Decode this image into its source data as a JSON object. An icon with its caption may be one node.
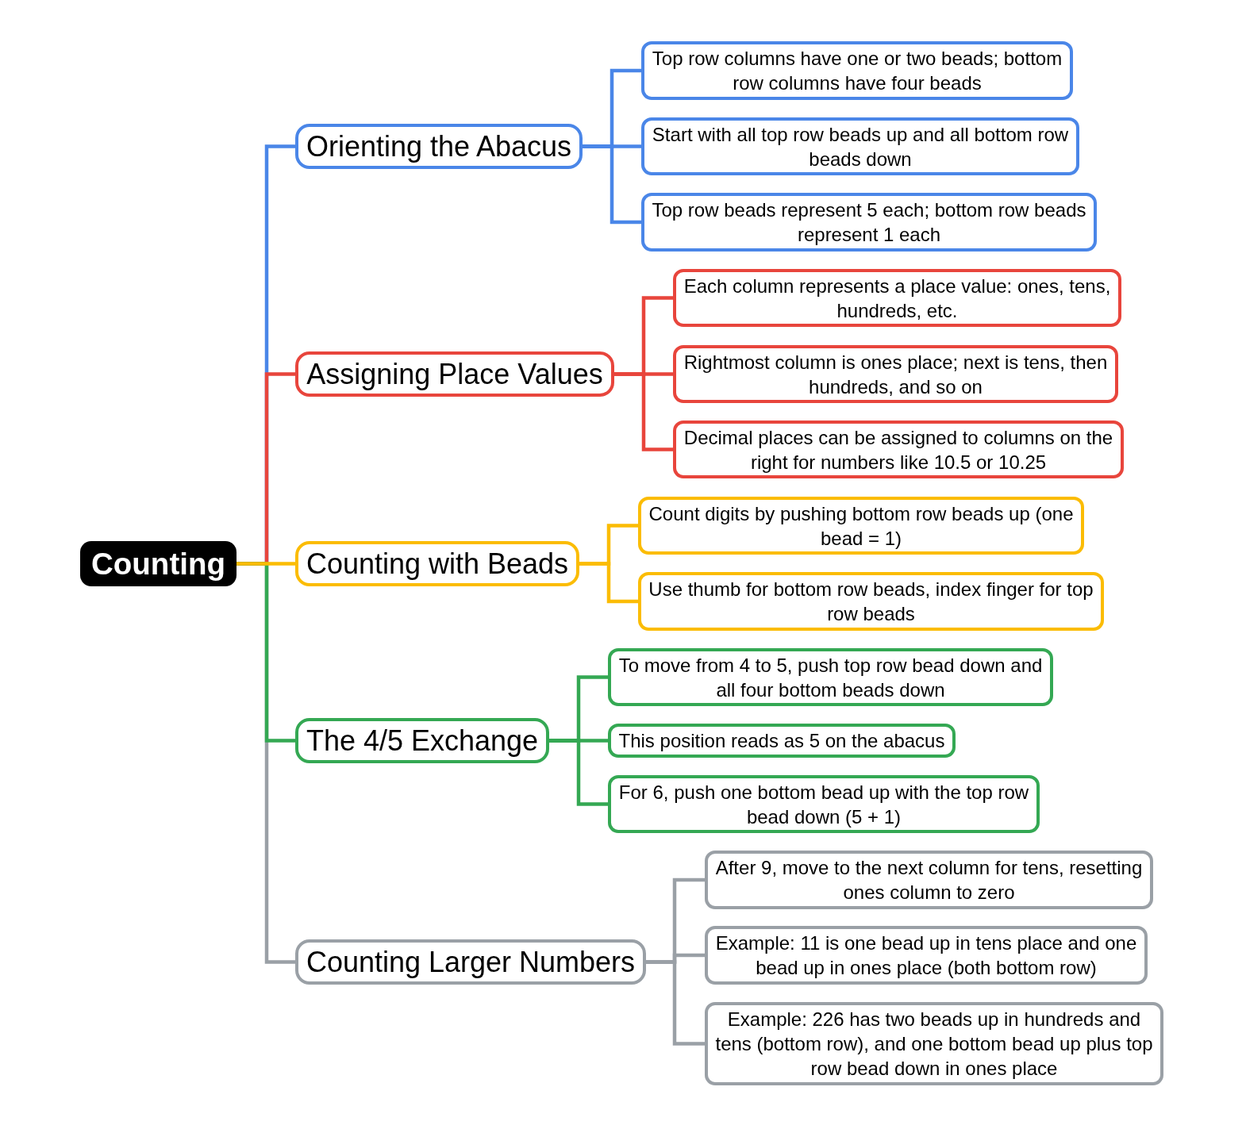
{
  "diagram": {
    "nodes": [
      {
        "text": [
          "Counting"
        ]
      },
      {
        "text": [
          "Orienting the Abacus"
        ]
      },
      {
        "text": [
          "Top row columns have one or two beads; bottom row columns have four beads"
        ]
      },
      {
        "text": [
          "Start with all top row beads up and all bottom row beads down"
        ]
      },
      {
        "text": [
          "Top row beads represent 5 each; bottom row beads represent 1 each"
        ]
      },
      {
        "text": [
          "Assigning Place Values"
        ]
      },
      {
        "text": [
          "Each column represents a place value: ones, tens, hundreds, etc."
        ]
      },
      {
        "text": [
          "Rightmost column is ones place; next is tens, then hundreds, and so on"
        ]
      },
      {
        "text": [
          "Decimal places can be assigned to columns on the right for numbers like 10.5 or 10.25"
        ]
      },
      {
        "text": [
          "Counting with Beads"
        ]
      },
      {
        "text": [
          "Count digits by pushing bottom row beads up (one bead = 1)"
        ]
      },
      {
        "text": [
          "Use thumb for bottom row beads, index finger for top row beads"
        ]
      },
      {
        "text": [
          "The 4/5 Exchange"
        ]
      },
      {
        "text": [
          "To move from 4 to 5, push top row bead down and all four bottom beads down"
        ]
      },
      {
        "text": [
          "This position reads as 5 on the abacus"
        ]
      },
      {
        "text": [
          "For 6, push one bottom bead up with the top row bead down (5 + 1)"
        ]
      },
      {
        "text": [
          "Counting Larger Numbers"
        ]
      },
      {
        "text": [
          "After 9, move to the next column for tens, resetting ones column to zero"
        ]
      },
      {
        "text": [
          "Example: 11 is one bead up in tens place and one bead up in ones place (both bottom row)"
        ]
      },
      {
        "text": [
          "Example: 226 has two beads up in hundreds and tens (bottom row), and one bottom bead up plus top row bead down in ones place"
        ]
      }
    ],
    "edges": [
      {
        "from": 0,
        "to": 1,
        "arrow": "none",
        "color": "#4a86e8"
      },
      {
        "from": 1,
        "to": 2,
        "arrow": "none",
        "color": "#4a86e8"
      },
      {
        "from": 1,
        "to": 3,
        "arrow": "none",
        "color": "#4a86e8"
      },
      {
        "from": 1,
        "to": 4,
        "arrow": "none",
        "color": "#4a86e8"
      },
      {
        "from": 0,
        "to": 5,
        "arrow": "none",
        "color": "#e8453c"
      },
      {
        "from": 5,
        "to": 6,
        "arrow": "none",
        "color": "#e8453c"
      },
      {
        "from": 5,
        "to": 7,
        "arrow": "none",
        "color": "#e8453c"
      },
      {
        "from": 5,
        "to": 8,
        "arrow": "none",
        "color": "#e8453c"
      },
      {
        "from": 0,
        "to": 9,
        "arrow": "none",
        "color": "#fbbc04"
      },
      {
        "from": 9,
        "to": 10,
        "arrow": "none",
        "color": "#fbbc04"
      },
      {
        "from": 9,
        "to": 11,
        "arrow": "none",
        "color": "#fbbc04"
      },
      {
        "from": 0,
        "to": 12,
        "arrow": "none",
        "color": "#34a853"
      },
      {
        "from": 12,
        "to": 13,
        "arrow": "none",
        "color": "#34a853"
      },
      {
        "from": 12,
        "to": 14,
        "arrow": "none",
        "color": "#34a853"
      },
      {
        "from": 12,
        "to": 15,
        "arrow": "none",
        "color": "#34a853"
      },
      {
        "from": 0,
        "to": 16,
        "arrow": "none",
        "color": "#9aa0a6"
      },
      {
        "from": 16,
        "to": 17,
        "arrow": "none",
        "color": "#9aa0a6"
      },
      {
        "from": 16,
        "to": 18,
        "arrow": "none",
        "color": "#9aa0a6"
      },
      {
        "from": 16,
        "to": 19,
        "arrow": "none",
        "color": "#9aa0a6"
      }
    ]
  }
}
